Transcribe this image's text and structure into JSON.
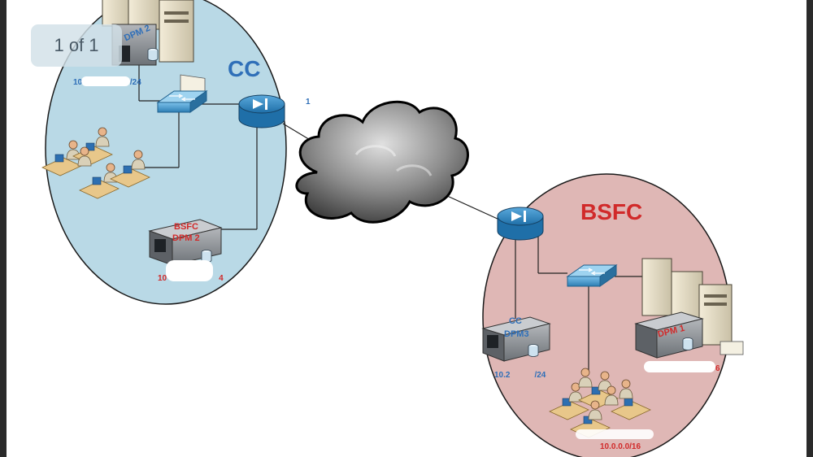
{
  "viewer": {
    "page_counter": "1 of 1"
  },
  "sites": {
    "cc": {
      "title": "CC",
      "color": "#2f6fb8",
      "fill": "#b9d9e6"
    },
    "bsfc": {
      "title": "BSFC",
      "color": "#d12a2a",
      "fill": "#dfb7b5"
    }
  },
  "labels": {
    "cc_subnet": "10.",
    "cc_subnet_tail": "/24",
    "cc_router_ip": "1",
    "cc_dpm_ip_head": "10",
    "cc_dpm_ip_tail": "4",
    "bsfc_router_ip": "",
    "bsfc_dpm3_ip_head": "10.2",
    "bsfc_dpm3_ip_tail": "/24",
    "bsfc_dpm1_ip_tail": "6",
    "bsfc_workstation_subnet": "10.0.0.0/16"
  },
  "servers": {
    "cc_top": "DPM 2",
    "cc_bsfc_dpm_line1": "BSFC",
    "cc_bsfc_dpm_line2": "DPM 2",
    "bsfc_cc_dpm_line1": "CC",
    "bsfc_cc_dpm_line2": "DPM3",
    "bsfc_dpm1": "DPM 1"
  }
}
